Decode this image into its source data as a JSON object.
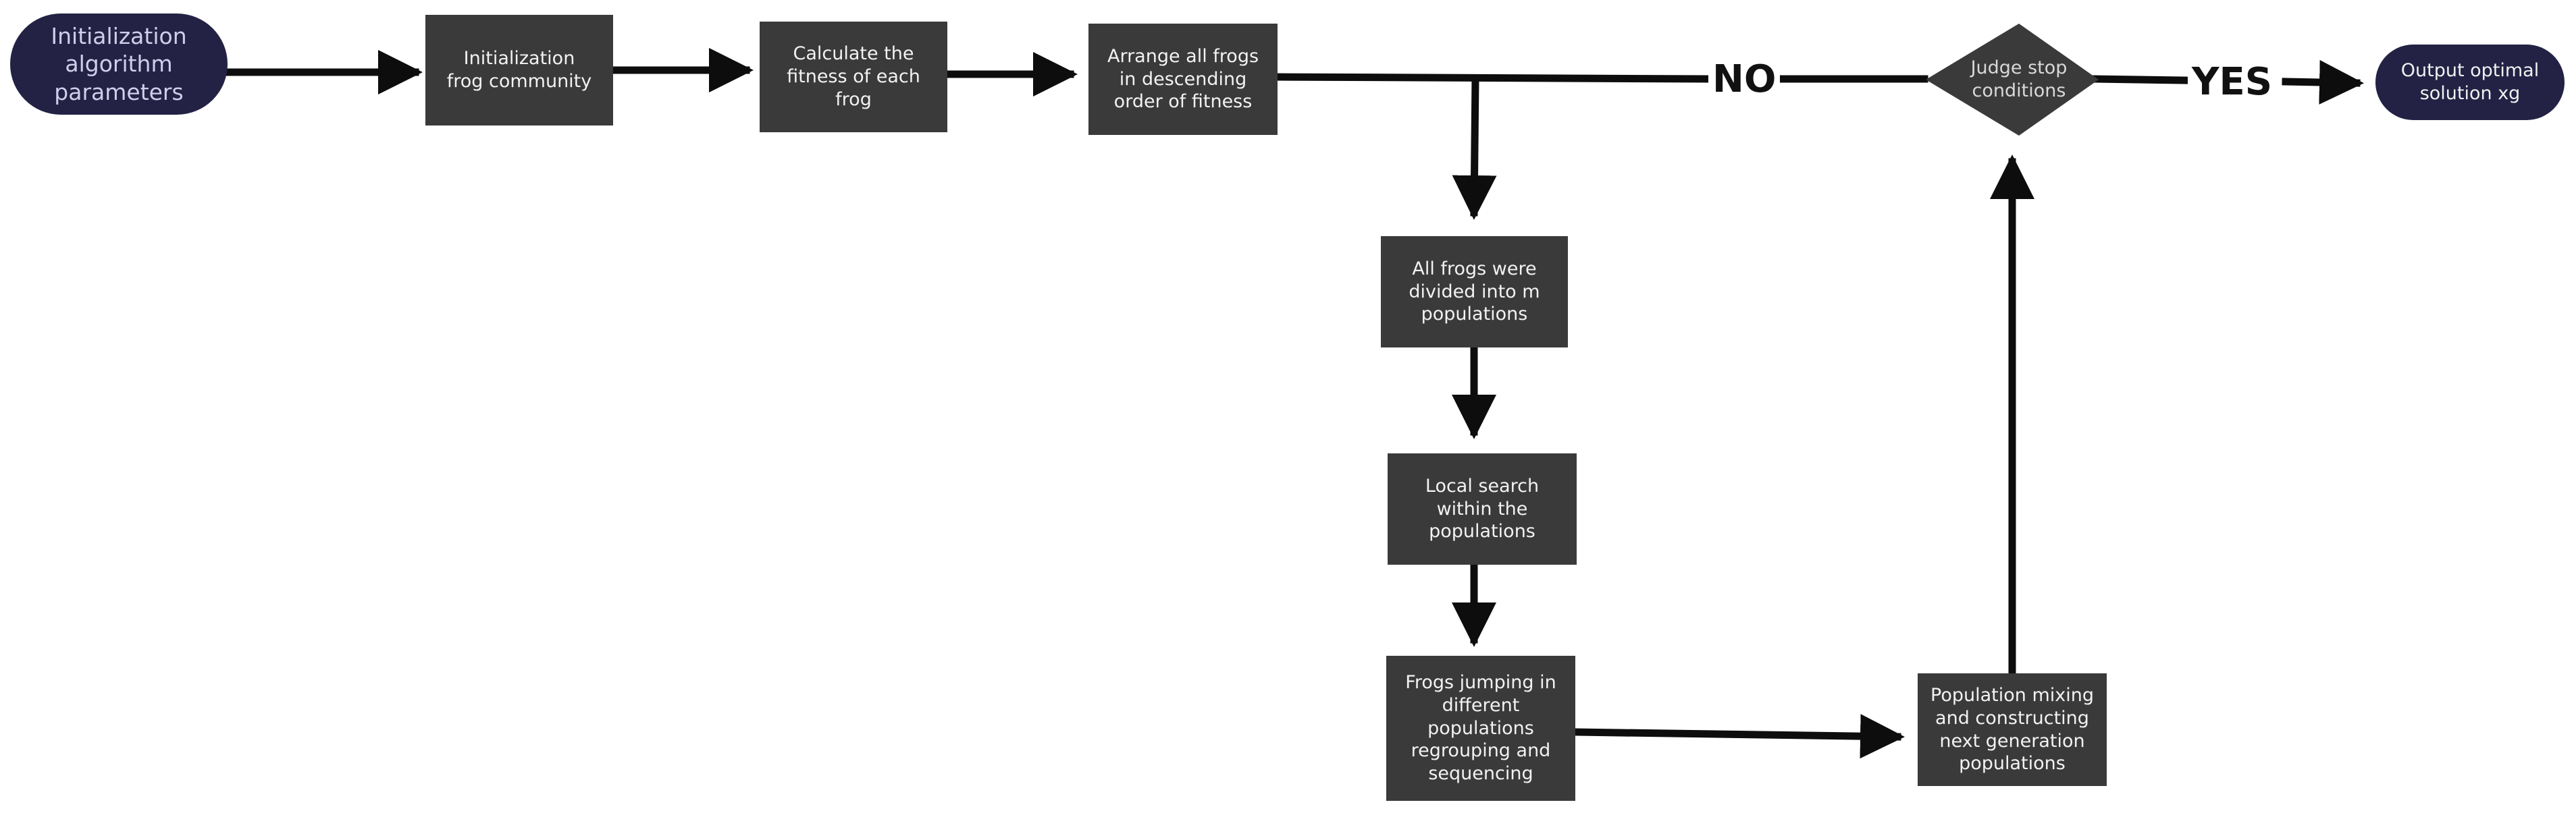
{
  "nodes": {
    "start": "Initialization\nalgorithm\nparameters",
    "init_community": "Initialization\nfrog community",
    "calc_fitness": "Calculate the\nfitness of each\nfrog",
    "arrange": "Arrange all frogs\nin descending\norder of fitness",
    "divide": "All frogs were\ndivided into m\npopulations",
    "local_search": "Local search\nwithin the\npopulations",
    "jumping": "Frogs jumping in\ndifferent\npopulations\nregrouping and\nsequencing",
    "mixing": "Population mixing\nand constructing\nnext generation\npopulations",
    "judge": "Judge stop\nconditions",
    "output": "Output optimal\nsolution xg"
  },
  "edge_labels": {
    "no": "NO",
    "yes": "YES"
  },
  "colors": {
    "process_fill": "#3a3a3a",
    "terminal_fill": "#232245",
    "arrow": "#0d0d0d"
  }
}
